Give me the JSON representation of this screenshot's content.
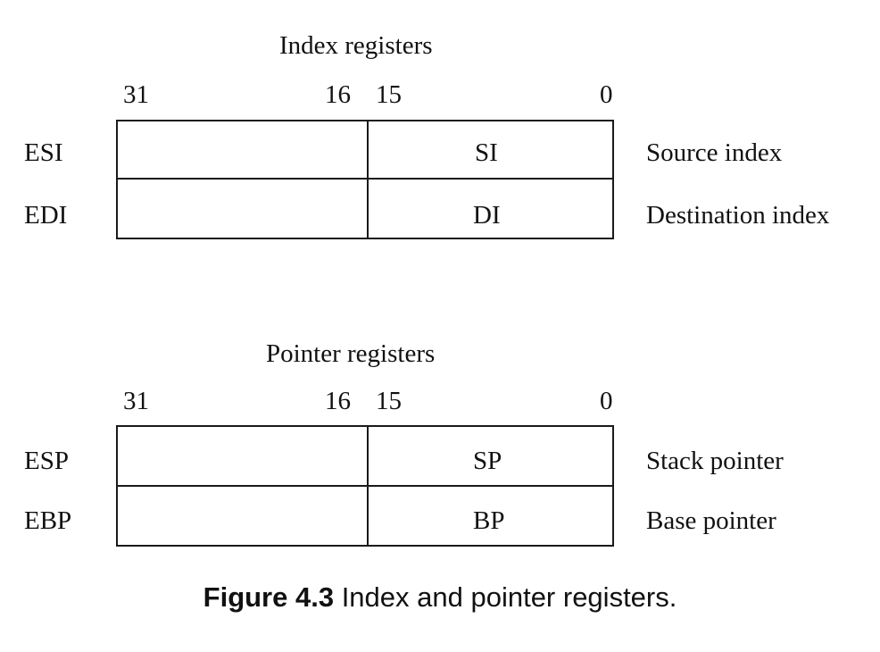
{
  "sections": [
    {
      "title": "Index registers",
      "bits": {
        "b31": "31",
        "b16": "16",
        "b15": "15",
        "b0": "0"
      },
      "registers": [
        {
          "name": "ESI",
          "low": "SI",
          "description": "Source index"
        },
        {
          "name": "EDI",
          "low": "DI",
          "description": "Destination index"
        }
      ]
    },
    {
      "title": "Pointer registers",
      "bits": {
        "b31": "31",
        "b16": "16",
        "b15": "15",
        "b0": "0"
      },
      "registers": [
        {
          "name": "ESP",
          "low": "SP",
          "description": "Stack pointer"
        },
        {
          "name": "EBP",
          "low": "BP",
          "description": "Base pointer"
        }
      ]
    }
  ],
  "caption": {
    "label": "Figure 4.3",
    "text": " Index and pointer registers."
  }
}
